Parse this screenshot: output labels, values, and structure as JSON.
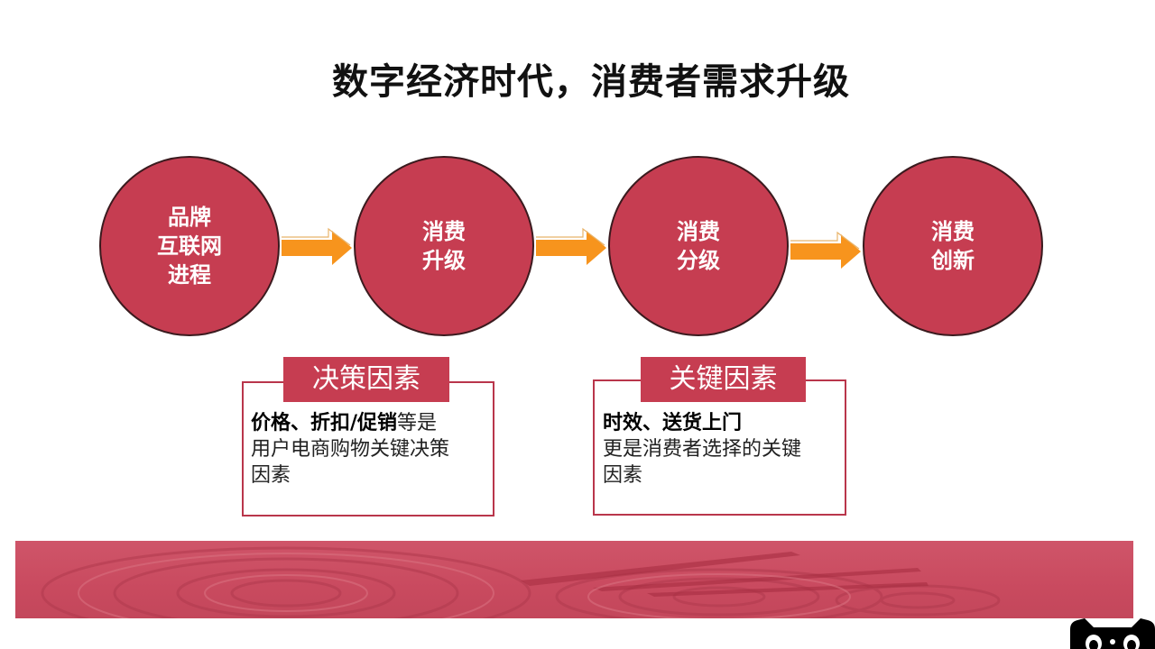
{
  "title": "数字经济时代，消费者需求升级",
  "stages": [
    {
      "lines": [
        "品牌",
        "互联网",
        "进程"
      ]
    },
    {
      "lines": [
        "消费",
        "升级"
      ]
    },
    {
      "lines": [
        "消费",
        "分级"
      ]
    },
    {
      "lines": [
        "消费",
        "创新"
      ]
    }
  ],
  "boxes": [
    {
      "label": "决策因素",
      "bold": "价格、折扣/促销",
      "text_after_bold": "等是",
      "lines": [
        "用户电商购物关键决策",
        "因素"
      ]
    },
    {
      "label": "关键因素",
      "bold": "时效、送货上门",
      "text_after_bold": "",
      "lines": [
        "更是消费者选择的关键",
        "因素"
      ]
    }
  ],
  "colors": {
    "circle": "#c63d51",
    "arrow": "#f7941d",
    "border": "#b9364b"
  },
  "icons": {
    "arrow": "right-arrow-icon",
    "logo": "tmall-cat-logo"
  }
}
